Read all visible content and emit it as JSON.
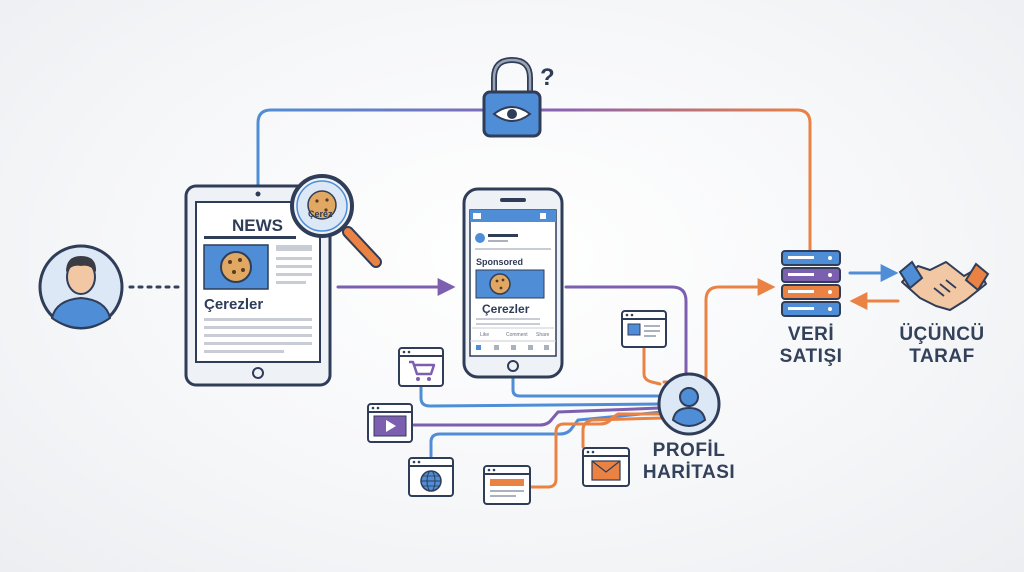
{
  "tablet": {
    "headline": "NEWS",
    "caption": "Çerezler",
    "magnifier_text": "Çerez"
  },
  "phone": {
    "post_label": "Sponsored",
    "caption": "Çerezler",
    "actions": [
      "Like",
      "Comment",
      "Share"
    ]
  },
  "labels": {
    "profile": [
      "PROFİL",
      "HARİTASI"
    ],
    "data_sale": [
      "VERİ",
      "SATIŞI"
    ],
    "third_party": [
      "ÜÇÜNCÜ",
      "TARAF"
    ]
  },
  "lock": {
    "question_mark": "?"
  },
  "colors": {
    "blue": "#4f8ed6",
    "purple": "#7d5fb0",
    "orange": "#ea8243",
    "outline": "#2f3d58",
    "panel": "#d9e6f6",
    "cookie": "#c98a47"
  },
  "icons": [
    "user-icon",
    "lock-eye-icon",
    "magnifier-cookie-icon",
    "server-icon",
    "handshake-icon",
    "cart-window-icon",
    "video-window-icon",
    "globe-window-icon",
    "ad-window-icon",
    "mail-window-icon",
    "layout-window-icon"
  ]
}
